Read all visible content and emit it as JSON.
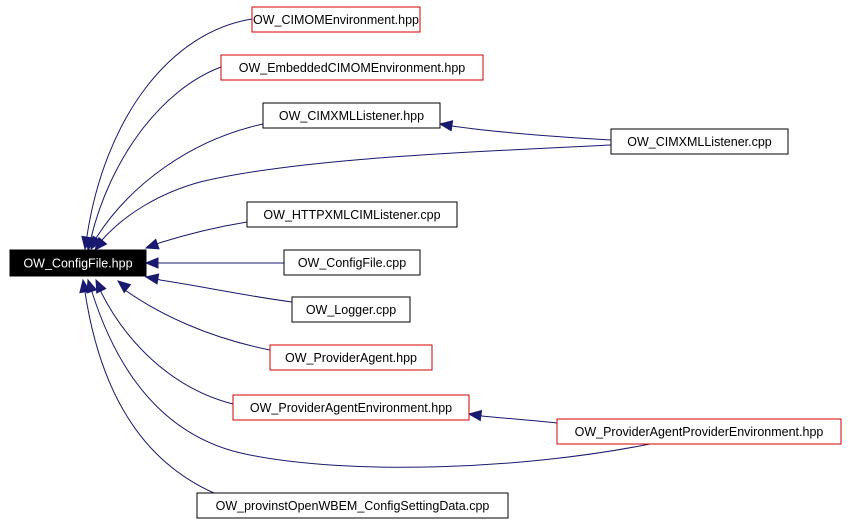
{
  "graph": {
    "edge_color": "#191970",
    "nodes": [
      {
        "id": "root",
        "label": "OW_ConfigFile.hpp",
        "style": "root"
      },
      {
        "id": "n1",
        "label": "OW_CIMOMEnvironment.hpp",
        "style": "red"
      },
      {
        "id": "n2",
        "label": "OW_EmbeddedCIMOMEnvironment.hpp",
        "style": "red"
      },
      {
        "id": "n3",
        "label": "OW_CIMXMLListener.hpp",
        "style": "black"
      },
      {
        "id": "n4",
        "label": "OW_CIMXMLListener.cpp",
        "style": "black"
      },
      {
        "id": "n5",
        "label": "OW_HTTPXMLCIMListener.cpp",
        "style": "black"
      },
      {
        "id": "n6",
        "label": "OW_ConfigFile.cpp",
        "style": "black"
      },
      {
        "id": "n7",
        "label": "OW_Logger.cpp",
        "style": "black"
      },
      {
        "id": "n8",
        "label": "OW_ProviderAgent.hpp",
        "style": "red"
      },
      {
        "id": "n9",
        "label": "OW_ProviderAgentEnvironment.hpp",
        "style": "red"
      },
      {
        "id": "n10",
        "label": "OW_ProviderAgentProviderEnvironment.hpp",
        "style": "red"
      },
      {
        "id": "n11",
        "label": "OW_provinstOpenWBEM_ConfigSettingData.cpp",
        "style": "black"
      }
    ],
    "edges": [
      {
        "from": "n1",
        "to": "root"
      },
      {
        "from": "n2",
        "to": "root"
      },
      {
        "from": "n3",
        "to": "root"
      },
      {
        "from": "n4",
        "to": "n3"
      },
      {
        "from": "n4",
        "to": "root"
      },
      {
        "from": "n5",
        "to": "root"
      },
      {
        "from": "n6",
        "to": "root"
      },
      {
        "from": "n7",
        "to": "root"
      },
      {
        "from": "n8",
        "to": "root"
      },
      {
        "from": "n9",
        "to": "root"
      },
      {
        "from": "n10",
        "to": "n9"
      },
      {
        "from": "n10",
        "to": "root"
      },
      {
        "from": "n11",
        "to": "root"
      }
    ]
  }
}
